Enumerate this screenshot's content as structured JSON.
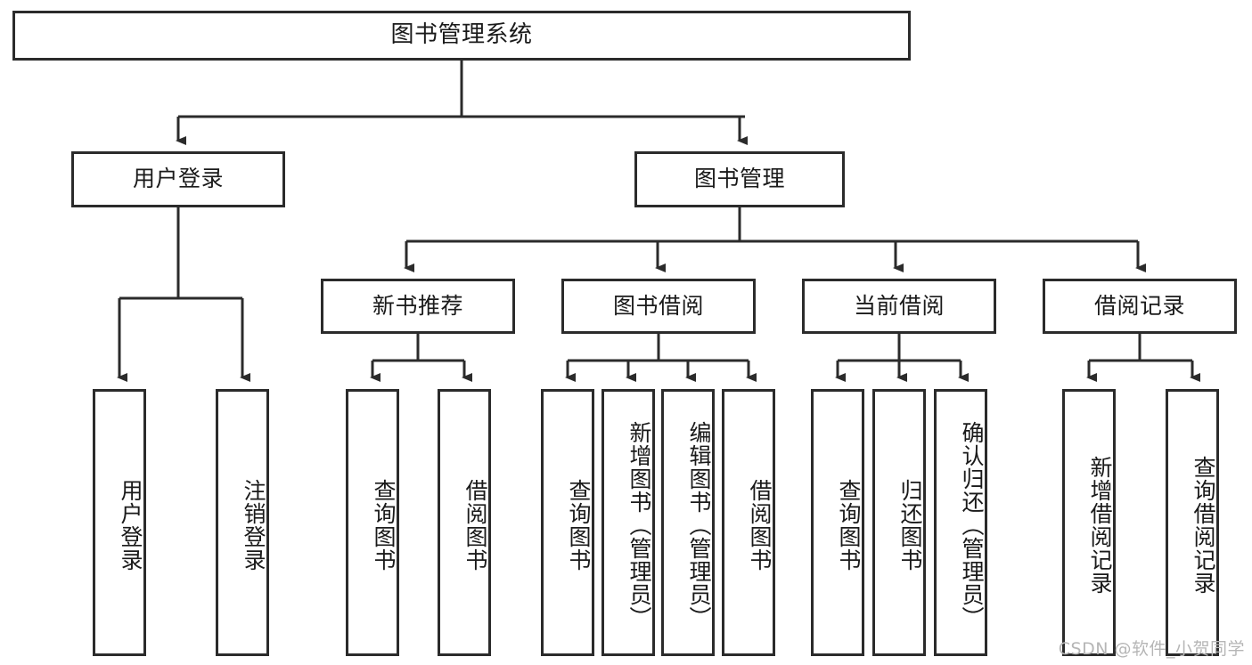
{
  "diagram": {
    "type": "tree-flowchart",
    "title": "图书管理系统",
    "watermark": "CSDN @软件_小贺同学",
    "root": {
      "label": "图书管理系统",
      "orientation": "horizontal"
    },
    "level2": [
      {
        "label": "用户登录",
        "orientation": "horizontal"
      },
      {
        "label": "图书管理",
        "orientation": "horizontal"
      }
    ],
    "level3": [
      {
        "label": "新书推荐",
        "orientation": "horizontal",
        "parent": "图书管理"
      },
      {
        "label": "图书借阅",
        "orientation": "horizontal",
        "parent": "图书管理"
      },
      {
        "label": "当前借阅",
        "orientation": "horizontal",
        "parent": "图书管理"
      },
      {
        "label": "借阅记录",
        "orientation": "horizontal",
        "parent": "图书管理"
      }
    ],
    "leaves": {
      "user_login": [
        {
          "label": "用户登录",
          "orientation": "vertical"
        },
        {
          "label": "注销登录",
          "orientation": "vertical"
        }
      ],
      "new_book_recommend": [
        {
          "label": "查询图书",
          "orientation": "vertical"
        },
        {
          "label": "借阅图书",
          "orientation": "vertical"
        }
      ],
      "book_borrow": [
        {
          "label": "查询图书",
          "orientation": "vertical"
        },
        {
          "label": "新增图书（管理员）",
          "orientation": "vertical"
        },
        {
          "label": "编辑图书（管理员）",
          "orientation": "vertical"
        },
        {
          "label": "借阅图书",
          "orientation": "vertical"
        }
      ],
      "current_borrow": [
        {
          "label": "查询图书",
          "orientation": "vertical"
        },
        {
          "label": "归还图书",
          "orientation": "vertical"
        },
        {
          "label": "确认归还（管理员）",
          "orientation": "vertical"
        }
      ],
      "borrow_record": [
        {
          "label": "新增借阅记录",
          "orientation": "vertical"
        },
        {
          "label": "查询借阅记录",
          "orientation": "vertical"
        }
      ]
    },
    "colors": {
      "stroke": "#2b2b2b",
      "fill": "#ffffff",
      "text": "#1a1a1a",
      "watermark": "#b6b6b6"
    }
  }
}
